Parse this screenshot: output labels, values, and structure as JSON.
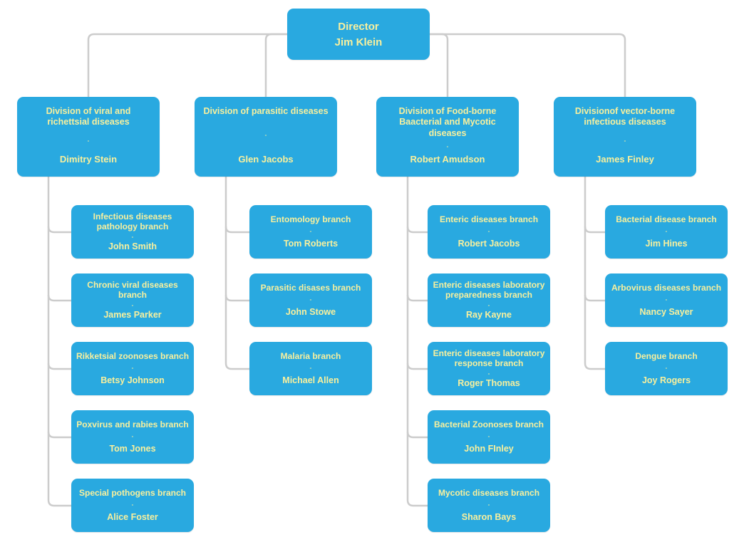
{
  "colors": {
    "box_fill": "#29a9e0",
    "box_text": "#f8f09e",
    "connector": "#cccccc",
    "background": "#ffffff"
  },
  "box_divider": "-",
  "root": {
    "title": "Director",
    "name": "Jim Klein"
  },
  "divisions": [
    {
      "title": "Division of viral and richettsial diseases",
      "name": "Dimitry Stein",
      "branches": [
        {
          "title": "Infectious diseases pathology branch",
          "name": "John Smith"
        },
        {
          "title": "Chronic viral diseases branch",
          "name": "James Parker"
        },
        {
          "title": "Rikketsial zoonoses branch",
          "name": "Betsy Johnson"
        },
        {
          "title": "Poxvirus and rabies branch",
          "name": "Tom Jones"
        },
        {
          "title": "Special pothogens branch",
          "name": "Alice Foster"
        }
      ]
    },
    {
      "title": "Division of parasitic diseases",
      "name": "Glen Jacobs",
      "branches": [
        {
          "title": "Entomology branch",
          "name": "Tom Roberts"
        },
        {
          "title": "Parasitic disases branch",
          "name": "John Stowe"
        },
        {
          "title": "Malaria branch",
          "name": "Michael Allen"
        }
      ]
    },
    {
      "title": "Division of Food-borne Baacterial and Mycotic diseases",
      "name": "Robert Amudson",
      "branches": [
        {
          "title": "Enteric diseases branch",
          "name": "Robert Jacobs"
        },
        {
          "title": "Enteric diseases laboratory preparedness branch",
          "name": "Ray Kayne"
        },
        {
          "title": "Enteric diseases laboratory response branch",
          "name": "Roger Thomas"
        },
        {
          "title": "Bacterial Zoonoses branch",
          "name": "John FInley"
        },
        {
          "title": "Mycotic diseases branch",
          "name": "Sharon Bays"
        }
      ]
    },
    {
      "title": "Divisionof vector-borne infectious diseases",
      "name": "James Finley",
      "branches": [
        {
          "title": "Bacterial disease branch",
          "name": "Jim Hines"
        },
        {
          "title": "Arbovirus diseases branch",
          "name": "Nancy Sayer"
        },
        {
          "title": "Dengue branch",
          "name": "Joy Rogers"
        }
      ]
    }
  ]
}
